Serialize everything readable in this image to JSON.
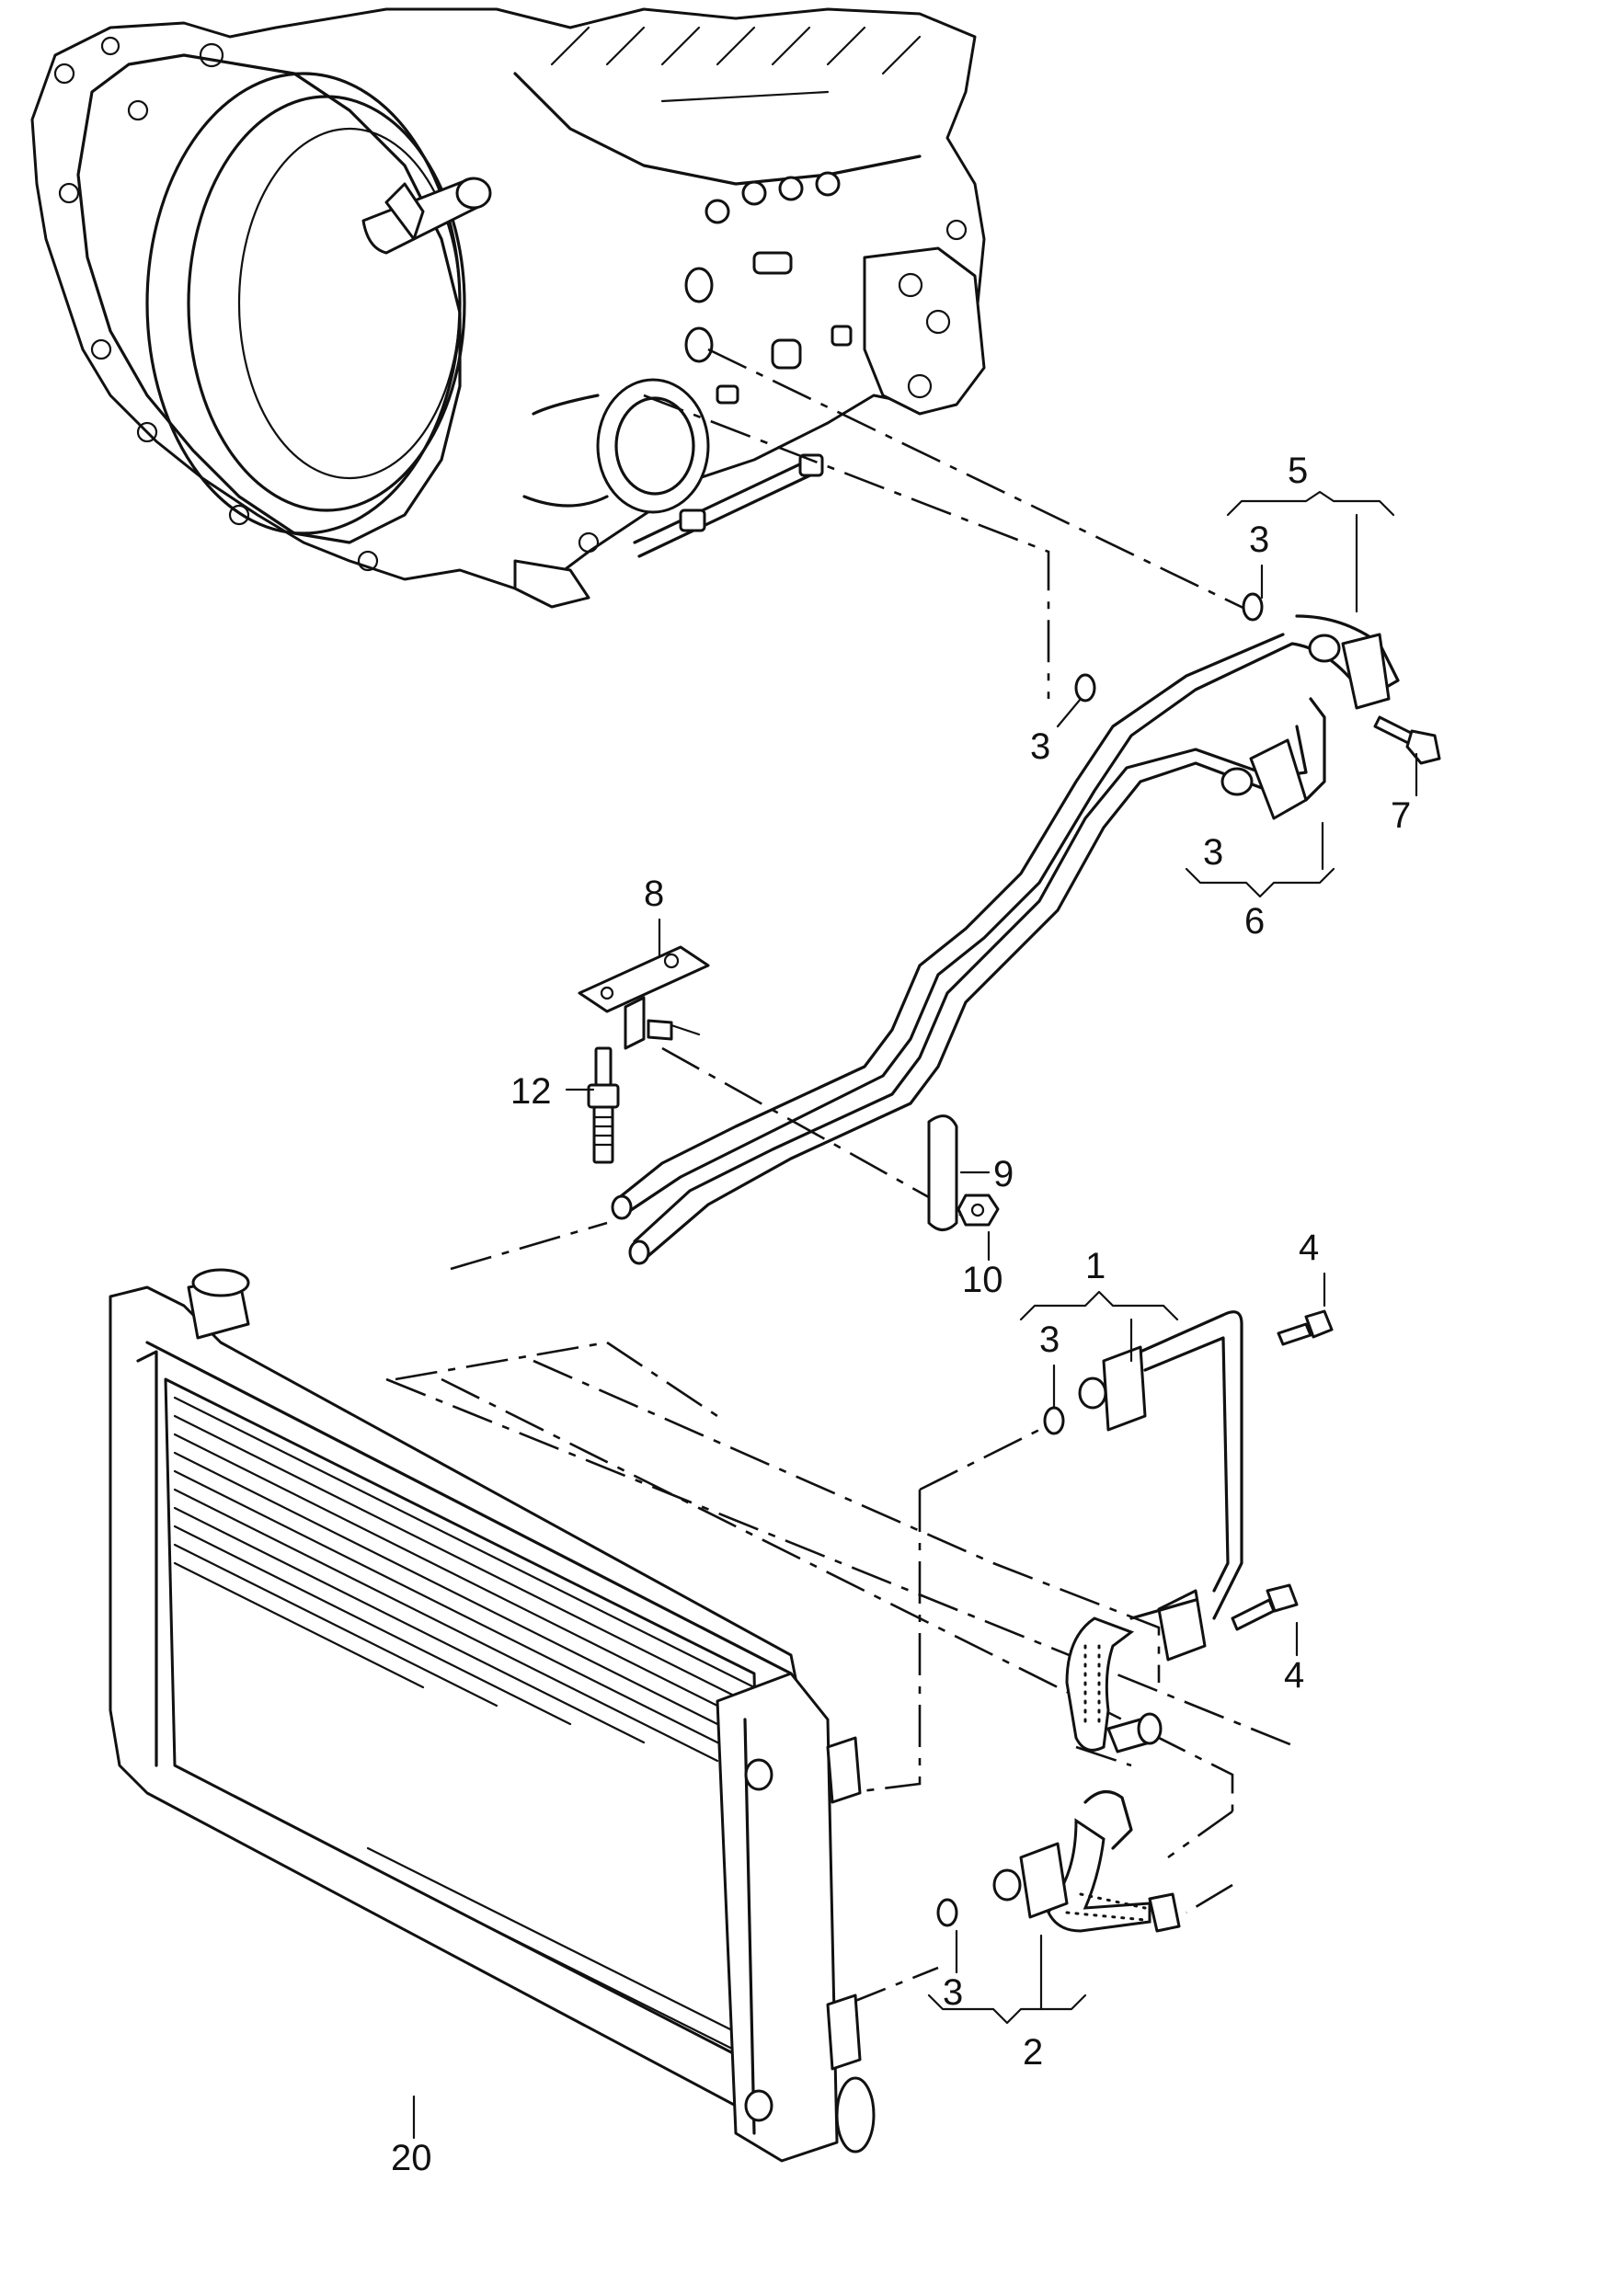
{
  "callouts": [
    {
      "id": "c1",
      "text": "1"
    },
    {
      "id": "c2",
      "text": "2"
    },
    {
      "id": "c3a",
      "text": "3"
    },
    {
      "id": "c3b",
      "text": "3"
    },
    {
      "id": "c3c",
      "text": "3"
    },
    {
      "id": "c3d",
      "text": "3"
    },
    {
      "id": "c3e",
      "text": "3"
    },
    {
      "id": "c4a",
      "text": "4"
    },
    {
      "id": "c4b",
      "text": "4"
    },
    {
      "id": "c5",
      "text": "5"
    },
    {
      "id": "c6",
      "text": "6"
    },
    {
      "id": "c7",
      "text": "7"
    },
    {
      "id": "c8",
      "text": "8"
    },
    {
      "id": "c9",
      "text": "9"
    },
    {
      "id": "c10",
      "text": "10"
    },
    {
      "id": "c12",
      "text": "12"
    },
    {
      "id": "c20",
      "text": "20"
    }
  ]
}
